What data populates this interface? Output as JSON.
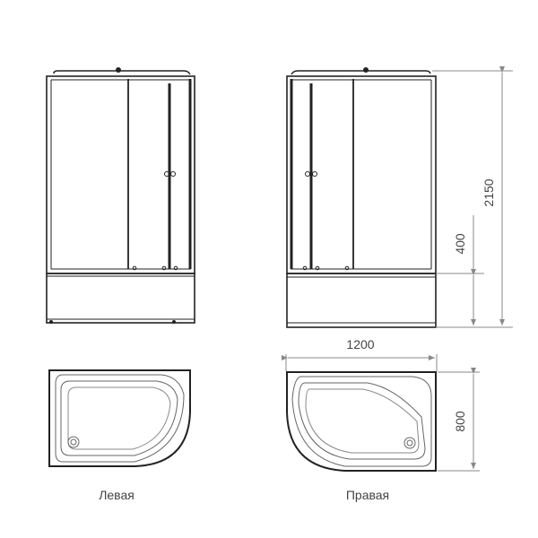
{
  "dimensions": {
    "height_total": "2150",
    "tray_height": "400",
    "width": "1200",
    "depth": "800"
  },
  "labels": {
    "left": "Левая",
    "right": "Правая"
  },
  "colors": {
    "line": "#222222",
    "dimension_line": "#888888"
  }
}
